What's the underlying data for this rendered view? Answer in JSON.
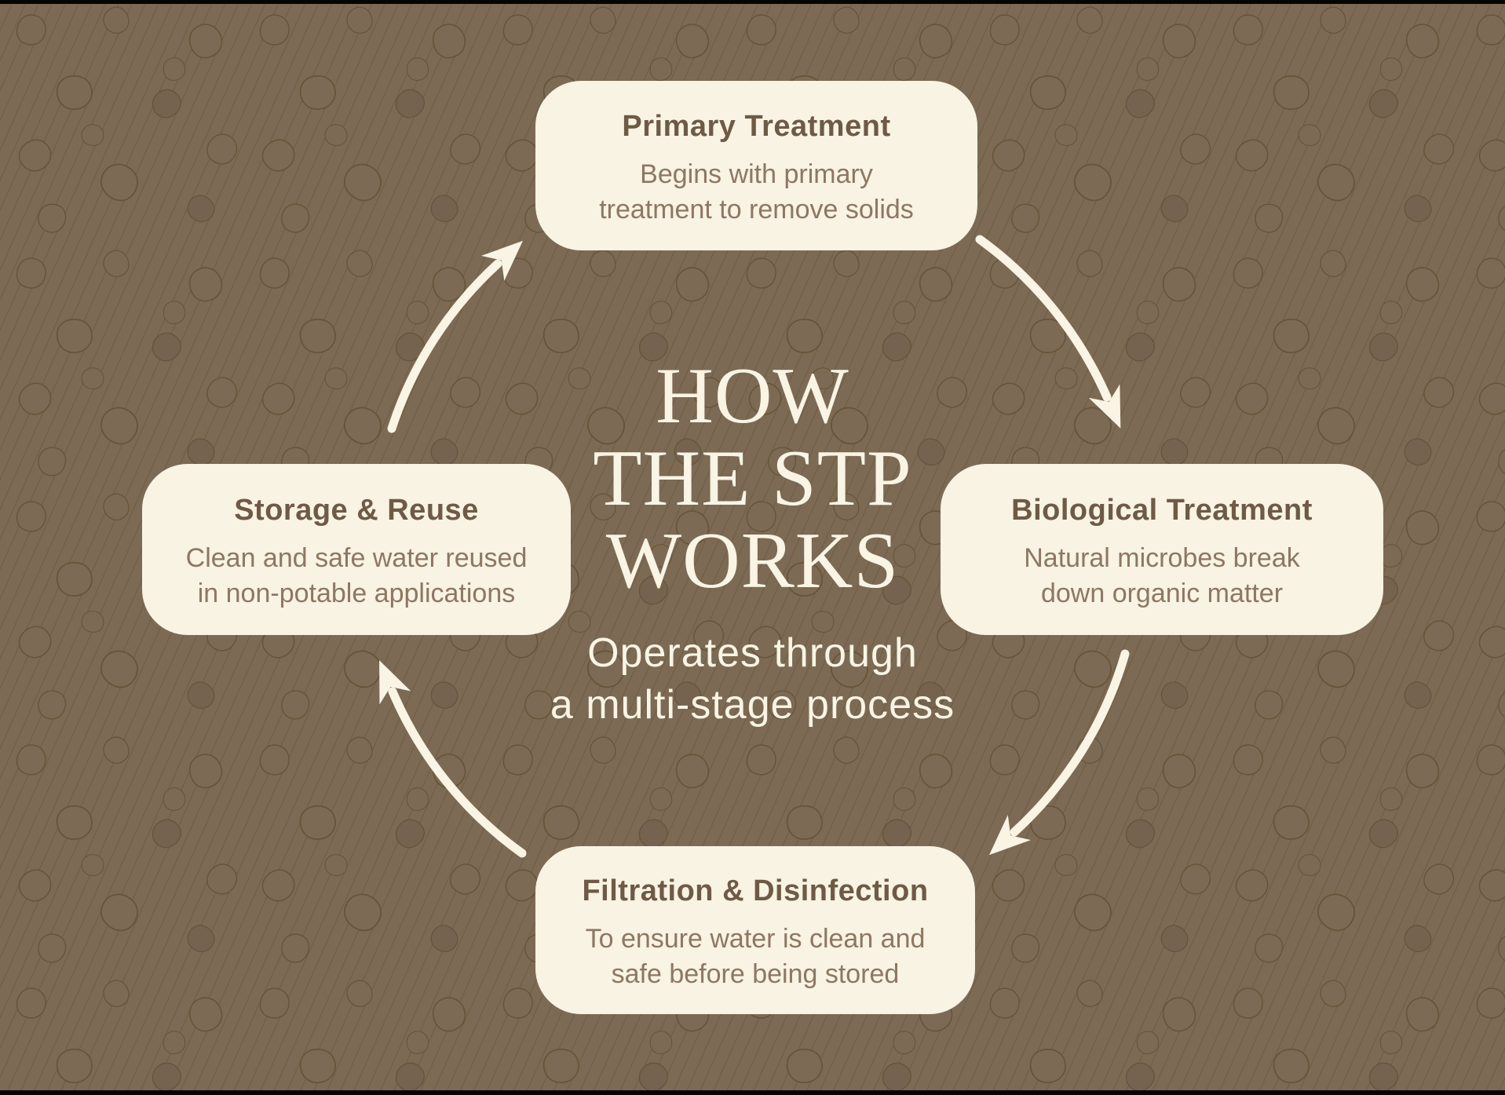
{
  "title": {
    "line1": "HOW",
    "line2": "THE STP",
    "line3": "WORKS"
  },
  "subtitle": {
    "line1": "Operates through",
    "line2": "a multi-stage process"
  },
  "stages": [
    {
      "title": "Primary Treatment",
      "desc1": "Begins with primary",
      "desc2": "treatment to remove solids"
    },
    {
      "title": "Biological Treatment",
      "desc1": "Natural microbes break",
      "desc2": "down organic matter"
    },
    {
      "title": "Filtration & Disinfection",
      "desc1": "To ensure water is clean and",
      "desc2": "safe before being stored"
    },
    {
      "title": "Storage & Reuse",
      "desc1": "Clean and safe water reused",
      "desc2": "in non-potable applications"
    }
  ],
  "colors": {
    "background": "#7c6a54",
    "texture_line": "#6a5840",
    "pebble_outline": "#675539",
    "card_background": "#f8f3e3",
    "card_title_text": "#6e5a46",
    "card_body_text": "#8d7763",
    "center_text": "#f9f4e4",
    "arrow": "#f9f4e4",
    "letterbox_bar": "#050505"
  }
}
